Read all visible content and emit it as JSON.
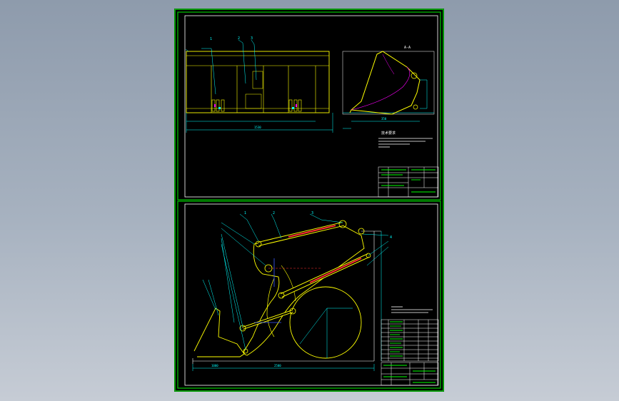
{
  "drawing": {
    "upper_view": {
      "label_1": "1",
      "label_2": "2",
      "label_3": "3",
      "dim_overall": "1530",
      "dim_side": "350",
      "section_label": "A-A"
    },
    "notes": {
      "heading": "技术要求"
    },
    "lower_view": {
      "label_1": "1",
      "label_2": "2",
      "label_3": "3",
      "label_4": "4",
      "dim_base": "2500",
      "dim_left": "1000"
    }
  },
  "colors": {
    "frame": "#00c800",
    "border": "#ffffff",
    "part_yellow": "#ffff00",
    "part_cyan": "#00ffff",
    "part_red": "#ff3030",
    "part_blue": "#3a5cff",
    "part_magenta": "#ff00ff"
  }
}
